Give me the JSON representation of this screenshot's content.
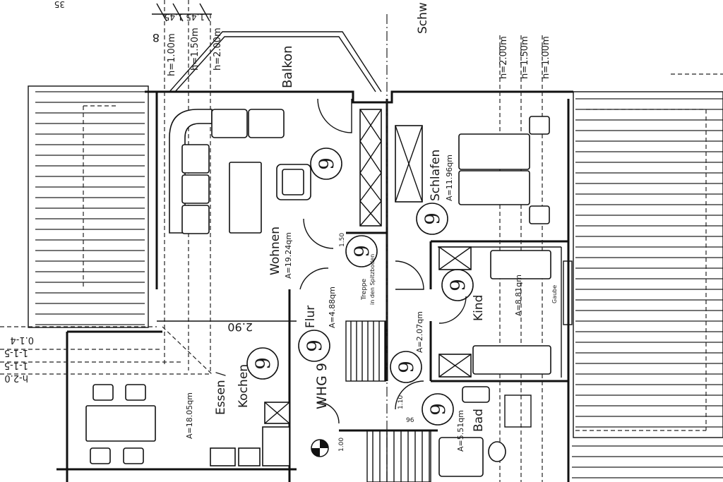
{
  "rooms": {
    "balkon": "Balkon",
    "wohnen": "Wohnen",
    "wohnen_area": "A=19.24qm",
    "schlafen": "Schlafen",
    "schlafen_area": "A=11.96qm",
    "kind": "Kind",
    "kind_area": "A=8.81qm",
    "flur": "Flur",
    "flur_area": "A=4.88qm",
    "flur2_area": "A=2.07qm",
    "essen": "Essen /",
    "kochen": "Kochen",
    "essen_area": "A=18.05qm",
    "bad": "Bad",
    "bad_area": "A=5.51qm",
    "whg": "WHG 9",
    "gaube": "Gaube",
    "treppe1": "Treppe",
    "treppe2": "in den Spitzboden"
  },
  "heights": {
    "h100_left": "h=1.00m",
    "h150_left": "h=1.50m",
    "h200_left": "h=2.00m",
    "h200_right": "h=2.00m",
    "h150_right": "h=1.50m",
    "h100_right": "h=1.00m"
  },
  "dimensions": {
    "top_left": "1.45 1.45",
    "eight": "8",
    "span": "2.90",
    "d150": "1.50",
    "d110": "1.10",
    "d96": "96",
    "d100": "1.00",
    "l1": "0.1-4",
    "l2": "1-1-5",
    "l3": "1-1-5",
    "l4": "h-2.0"
  },
  "markers": {
    "apartment_number": "9"
  },
  "top_text": {
    "schw": "Schw",
    "corner": "35"
  }
}
